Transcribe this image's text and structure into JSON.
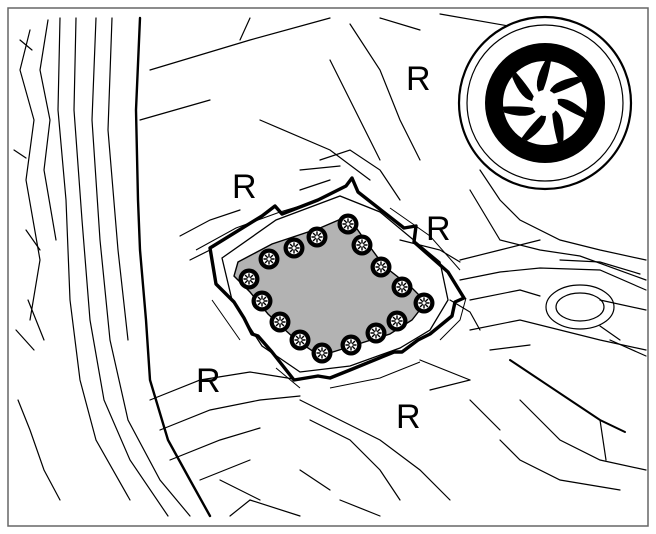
{
  "labels": {
    "r_top_right": "R",
    "r_top_left": "R",
    "r_right": "R",
    "r_bottom_left": "R",
    "r_bottom_right": "R"
  },
  "icons": {
    "detail_symbol": "rivet-detail-icon",
    "marker": "rivet-marker-icon"
  },
  "colors": {
    "line": "#000000",
    "panel_fill": "#b3b3b3",
    "background": "#ffffff"
  },
  "rivet_count": 16
}
